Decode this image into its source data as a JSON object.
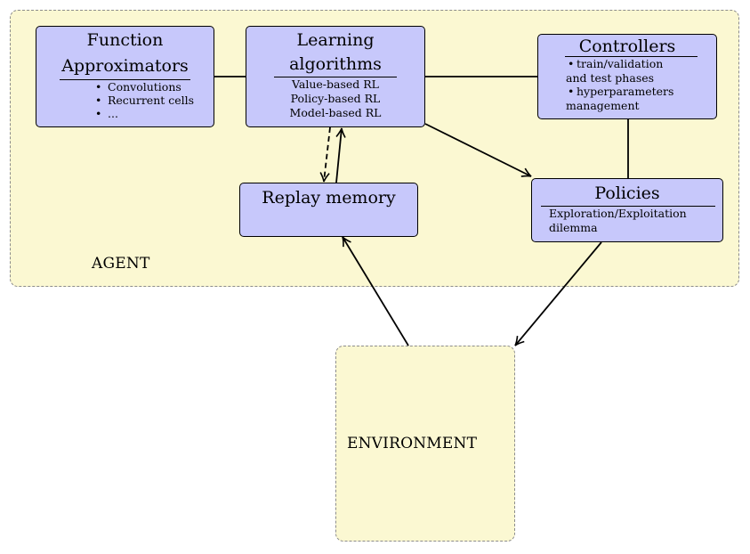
{
  "agent": {
    "label": "AGENT"
  },
  "environment": {
    "label": "ENVIRONMENT"
  },
  "function_approximators": {
    "title_line1": "Function",
    "title_line2": "Approximators",
    "items": [
      "Convolutions",
      "Recurrent cells",
      "..."
    ]
  },
  "learning_algorithms": {
    "title_line1": "Learning",
    "title_line2": "algorithms",
    "items": [
      "Value-based RL",
      "Policy-based RL",
      "Model-based RL"
    ]
  },
  "controllers": {
    "title": "Controllers",
    "item1_line1": "train/validation",
    "item1_line2": "and test phases",
    "item2_line1": "hyperparameters",
    "item2_line2": "management"
  },
  "replay_memory": {
    "title": "Replay memory"
  },
  "policies": {
    "title": "Policies",
    "line1": "Exploration/Exploitation",
    "line2": "dilemma"
  }
}
